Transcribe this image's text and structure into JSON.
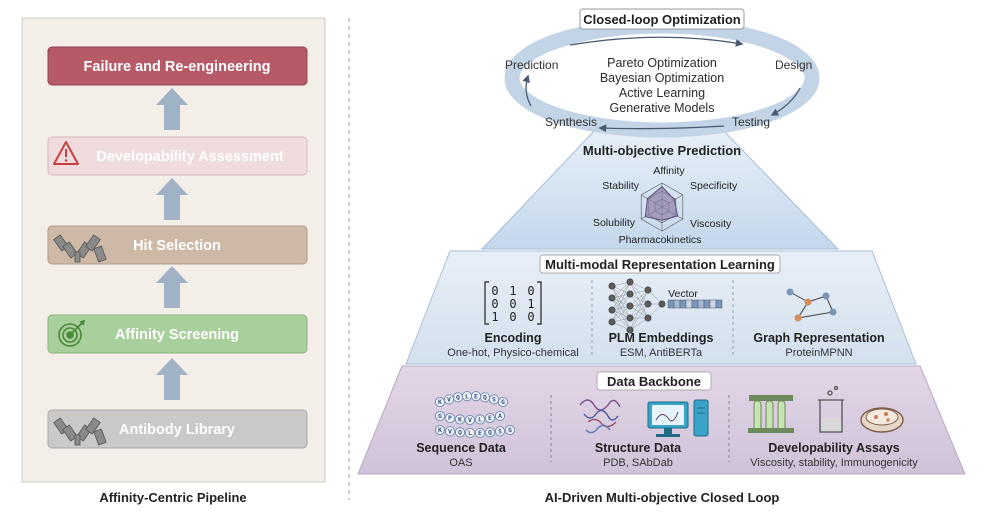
{
  "left_panel": {
    "caption": "Affinity-Centric Pipeline",
    "stages": [
      {
        "label": "Failure and Re-engineering",
        "color": "#b65a68"
      },
      {
        "label": "Developability Assessment",
        "color": "#e8c9cb"
      },
      {
        "label": "Hit Selection",
        "color": "#cdb9a6"
      },
      {
        "label": "Affinity Screening",
        "color": "#a9cf9c"
      },
      {
        "label": "Antibody Library",
        "color": "#c9c9c9"
      }
    ]
  },
  "right_panel": {
    "caption": "AI-Driven Multi-objective Closed Loop",
    "loop": {
      "title": "Closed-loop Optimization",
      "steps": [
        "Prediction",
        "Design",
        "Testing",
        "Synthesis"
      ],
      "methods": [
        "Pareto Optimization",
        "Bayesian Optimization",
        "Active Learning",
        "Generative Models"
      ]
    },
    "prediction": {
      "title": "Multi-objective Prediction",
      "axes": [
        "Affinity",
        "Specificity",
        "Viscosity",
        "Pharmacokinetics",
        "Solubility",
        "Stability"
      ]
    },
    "representation": {
      "title": "Multi-modal Representation Learning",
      "matrix": [
        [
          "0",
          "1",
          "0"
        ],
        [
          "0",
          "0",
          "1"
        ],
        [
          "1",
          "0",
          "0"
        ]
      ],
      "vector_label": "Vector",
      "columns": [
        {
          "title": "Encoding",
          "subtitle": "One-hot, Physico-chemical"
        },
        {
          "title": "PLM Embeddings",
          "subtitle": "ESM, AntiBERTa"
        },
        {
          "title": "Graph Representation",
          "subtitle": "ProteinMPNN"
        }
      ]
    },
    "backbone": {
      "title": "Data Backbone",
      "sequence_letters": [
        "K",
        "V",
        "Q",
        "L",
        "E",
        "Q",
        "S",
        "G",
        "A",
        "E",
        "L",
        "V",
        "K",
        "P",
        "G"
      ],
      "columns": [
        {
          "title": "Sequence Data",
          "subtitle": "OAS"
        },
        {
          "title": "Structure Data",
          "subtitle": "PDB, SAbDab"
        },
        {
          "title": "Developability Assays",
          "subtitle": "Viscosity, stability, Immunogenicity"
        }
      ]
    }
  },
  "colors": {
    "left_bg": "#f4eee9",
    "arrow": "#9fb2c6",
    "loop_ring": "#c3d4e6",
    "tier1": "#cfe0f1",
    "tier2": "#dce7f3",
    "tier3": "#ddd3e3",
    "accent_red": "#c8403f"
  }
}
